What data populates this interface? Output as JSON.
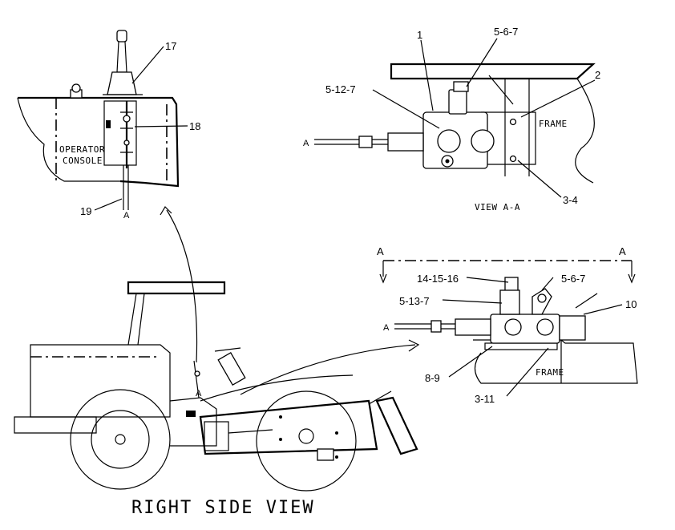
{
  "view_title": "RIGHT SIDE VIEW",
  "console": {
    "label_line1": "OPERATOR",
    "label_line2": "CONSOLE",
    "callout_17": "17",
    "callout_18": "18",
    "callout_19": "19",
    "ref_a": "A"
  },
  "view_aa": {
    "caption": "VIEW A-A",
    "frame_label": "FRAME",
    "callout_1": "1",
    "callout_2": "2",
    "callout_567": "5-6-7",
    "callout_5127": "5-12-7",
    "callout_34": "3-4",
    "ref_a": "A"
  },
  "section": {
    "marker_left": "A",
    "marker_right": "A",
    "frame_label": "FRAME",
    "callout_141516": "14-15-16",
    "callout_567": "5-6-7",
    "callout_5137": "5-13-7",
    "callout_10": "10",
    "callout_89": "8-9",
    "callout_311": "3-11",
    "ref_a": "A"
  },
  "machine": {
    "ref_a": "A"
  }
}
